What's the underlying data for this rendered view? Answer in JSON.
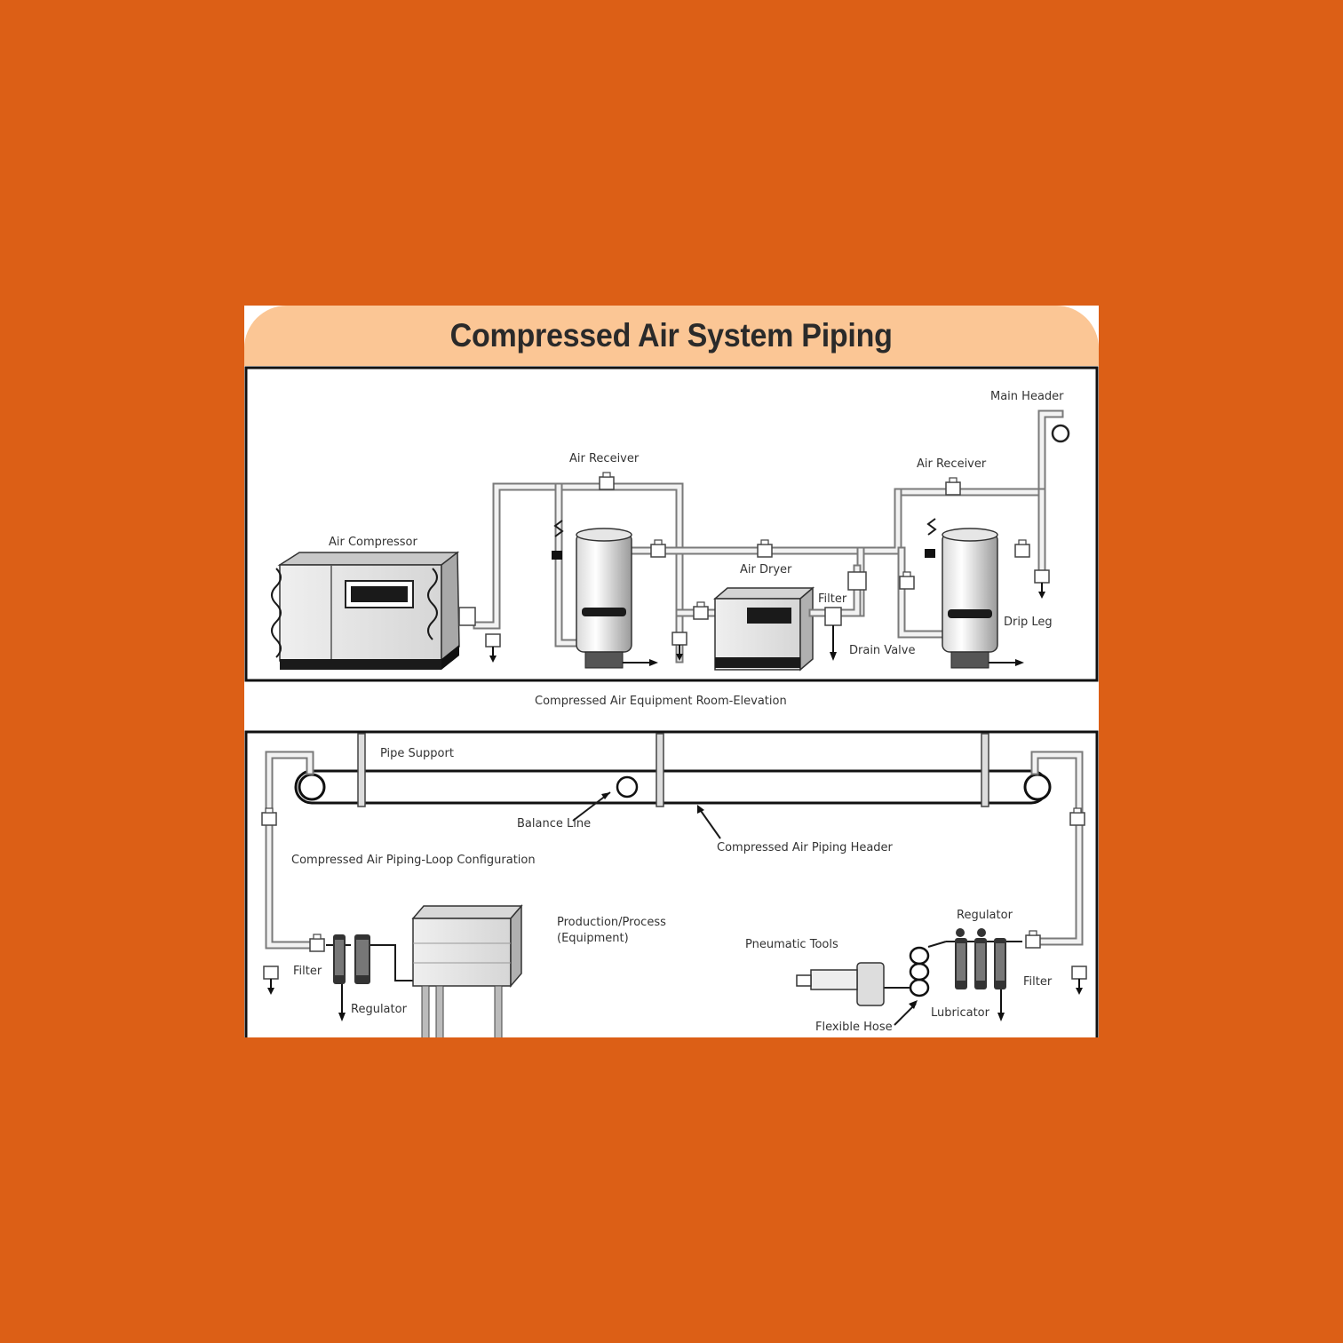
{
  "title": "Compressed Air System Piping",
  "colors": {
    "background": "#DC5F16",
    "title_bar": "#FBC695",
    "panel": "#ffffff"
  },
  "elevation": {
    "caption": "Compressed Air Equipment Room-Elevation",
    "labels": {
      "main_header": "Main Header",
      "air_receiver_1": "Air Receiver",
      "air_receiver_2": "Air Receiver",
      "air_compressor": "Air Compressor",
      "air_dryer": "Air Dryer",
      "filter": "Filter",
      "drip_leg": "Drip Leg",
      "drain_valve": "Drain Valve"
    }
  },
  "loop": {
    "labels": {
      "pipe_support": "Pipe Support",
      "balance_line": "Balance Line",
      "loop_configuration": "Compressed Air Piping-Loop Configuration",
      "piping_header": "Compressed Air Piping Header",
      "production_line1": "Production/Process",
      "production_line2": "(Equipment)",
      "pneumatic_tools": "Pneumatic Tools",
      "regulator_right": "Regulator",
      "filter_left": "Filter",
      "regulator_left": "Regulator",
      "filter_right": "Filter",
      "lubricator": "Lubricator",
      "flexible_hose": "Flexible Hose"
    }
  }
}
